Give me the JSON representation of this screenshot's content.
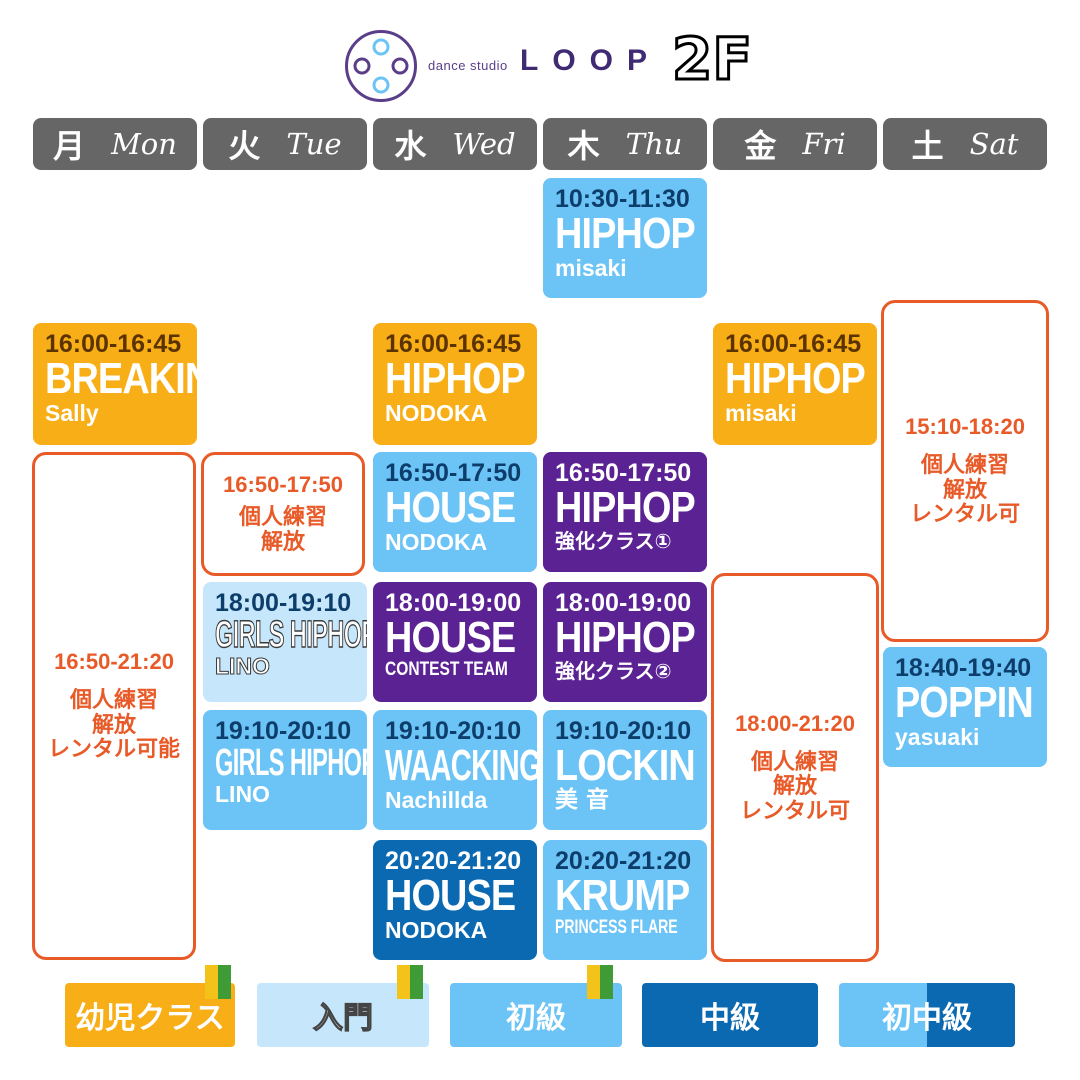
{
  "header": {
    "studio_small": "dance studio",
    "studio_name": "LOOP",
    "floor": "2F"
  },
  "days": [
    {
      "kanji": "月",
      "en": "Mon"
    },
    {
      "kanji": "火",
      "en": "Tue"
    },
    {
      "kanji": "水",
      "en": "Wed"
    },
    {
      "kanji": "木",
      "en": "Thu"
    },
    {
      "kanji": "金",
      "en": "Fri"
    },
    {
      "kanji": "土",
      "en": "Sat"
    }
  ],
  "classes": {
    "thu_1030": {
      "time": "10:30-11:30",
      "name": "HIPHOP",
      "instructor": "misaki"
    },
    "mon_1600": {
      "time": "16:00-16:45",
      "name": "BREAKIN'",
      "instructor": "Sally"
    },
    "wed_1600": {
      "time": "16:00-16:45",
      "name": "HIPHOP",
      "instructor": "NODOKA"
    },
    "fri_1600": {
      "time": "16:00-16:45",
      "name": "HIPHOP",
      "instructor": "misaki"
    },
    "wed_1650": {
      "time": "16:50-17:50",
      "name": "HOUSE",
      "instructor": "NODOKA"
    },
    "thu_1650": {
      "time": "16:50-17:50",
      "name": "HIPHOP",
      "instructor": "強化クラス①"
    },
    "tue_1800": {
      "time": "18:00-19:10",
      "name": "GIRLS HIPHOP",
      "instructor": "LINO"
    },
    "wed_1800": {
      "time": "18:00-19:00",
      "name": "HOUSE",
      "instructor": "CONTEST TEAM"
    },
    "thu_1800": {
      "time": "18:00-19:00",
      "name": "HIPHOP",
      "instructor": "強化クラス②"
    },
    "sat_1840": {
      "time": "18:40-19:40",
      "name": "POPPIN",
      "instructor": "yasuaki"
    },
    "tue_1910": {
      "time": "19:10-20:10",
      "name": "GIRLS HIPHOP",
      "instructor": "LINO"
    },
    "wed_1910": {
      "time": "19:10-20:10",
      "name": "WAACKING",
      "instructor": "Nachillda"
    },
    "thu_1910": {
      "time": "19:10-20:10",
      "name": "LOCKIN",
      "instructor": "美 音"
    },
    "wed_2020": {
      "time": "20:20-21:20",
      "name": "HOUSE",
      "instructor": "NODOKA"
    },
    "thu_2020": {
      "time": "20:20-21:20",
      "name": "KRUMP",
      "instructor": "PRINCESS FLARE"
    }
  },
  "open_practice": {
    "tue": {
      "time": "16:50-17:50",
      "desc": "個人練習\n解放"
    },
    "mon": {
      "time": "16:50-21:20",
      "desc": "個人練習\n解放\nレンタル可能"
    },
    "sat": {
      "time": "15:10-18:20",
      "desc": "個人練習\n解放\nレンタル可"
    },
    "fri": {
      "time": "18:00-21:20",
      "desc": "個人練習\n解放\nレンタル可"
    }
  },
  "legend": [
    {
      "label": "幼児クラス",
      "color": "#f8ae17"
    },
    {
      "label": "入門",
      "color": "#c6e7fb"
    },
    {
      "label": "初級",
      "color": "#6cc4f6"
    },
    {
      "label": "中級",
      "color": "#0a69b1"
    },
    {
      "label": "初中級",
      "color": "#6cc4f6"
    }
  ],
  "colors": {
    "accent_purple": "#5b2294",
    "open_border": "#e85a28",
    "day_header": "#666666"
  }
}
